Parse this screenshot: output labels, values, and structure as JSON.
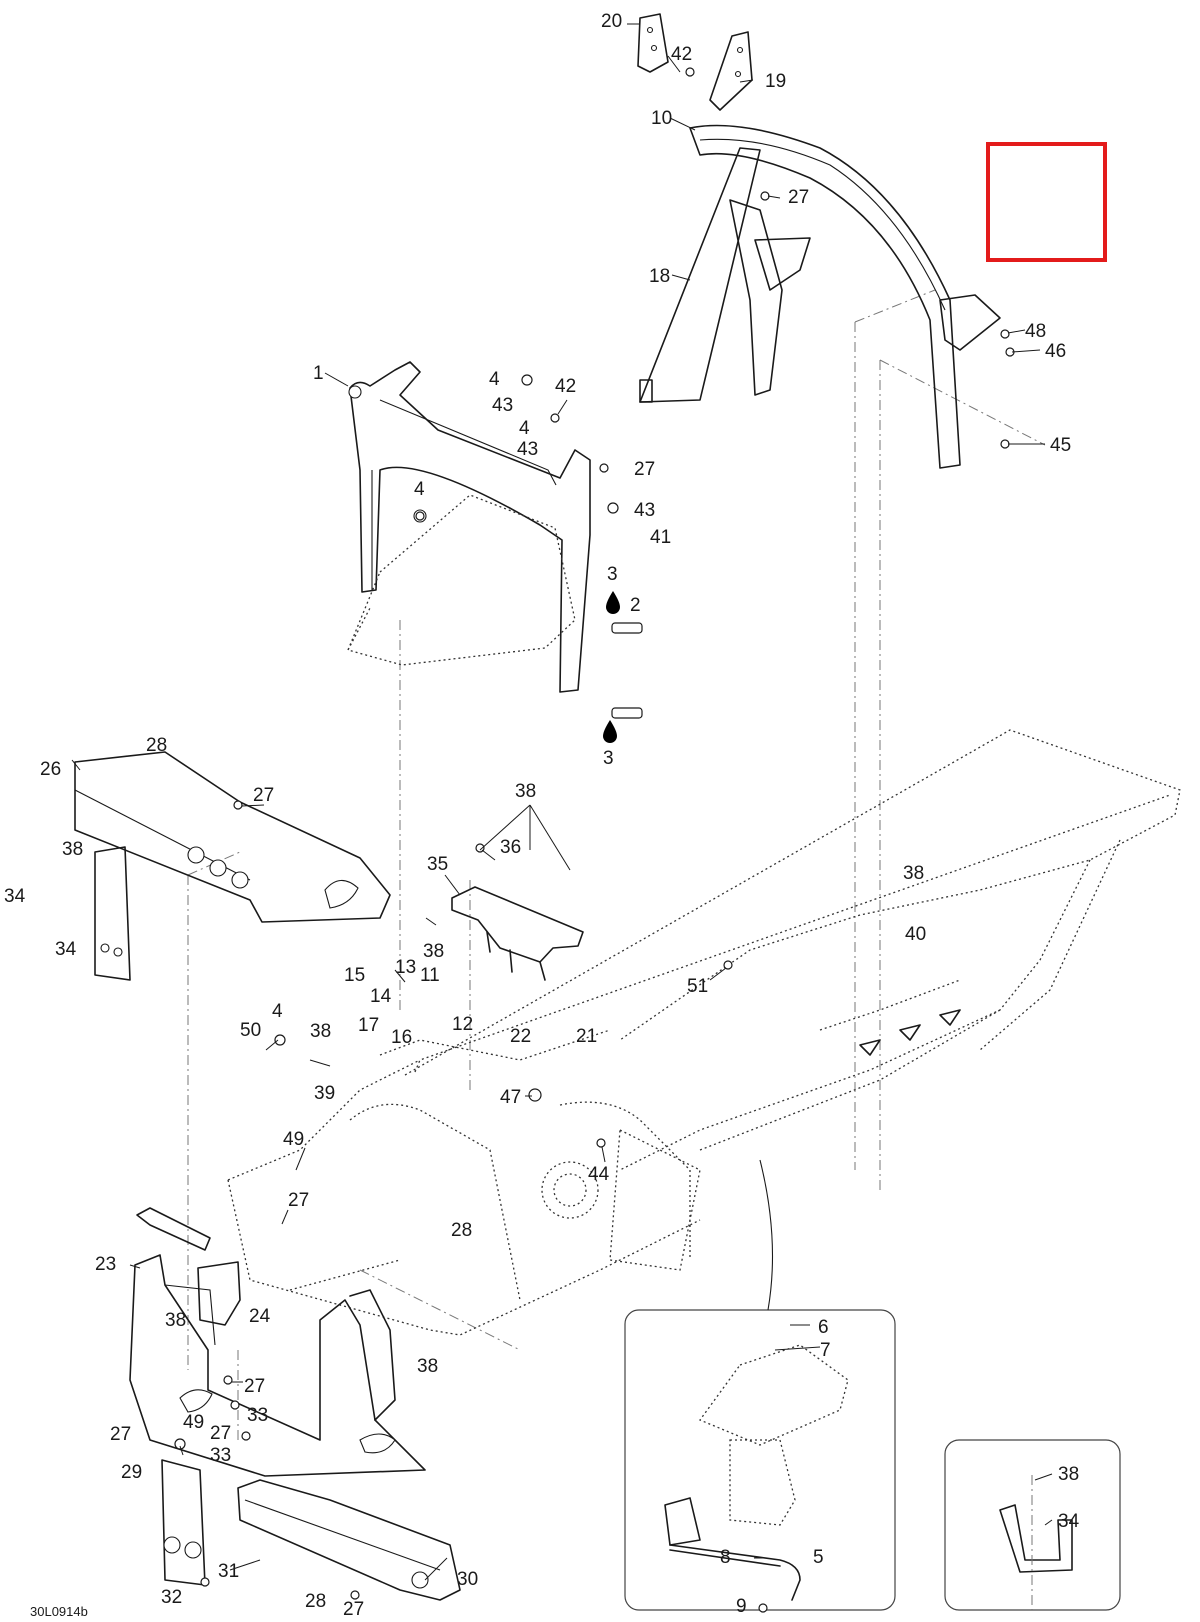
{
  "figure": {
    "reference_code": "30L0914b",
    "selection_box_color": "#e31b1b"
  },
  "callouts": [
    {
      "id": "c20a",
      "text": "20"
    },
    {
      "id": "c42a",
      "text": "42"
    },
    {
      "id": "c19",
      "text": "19"
    },
    {
      "id": "c10",
      "text": "10"
    },
    {
      "id": "c27a",
      "text": "27"
    },
    {
      "id": "c18",
      "text": "18"
    },
    {
      "id": "c48",
      "text": "48"
    },
    {
      "id": "c46",
      "text": "46"
    },
    {
      "id": "c45",
      "text": "45"
    },
    {
      "id": "c1",
      "text": "1"
    },
    {
      "id": "c4a",
      "text": "4"
    },
    {
      "id": "c42b",
      "text": "42"
    },
    {
      "id": "c43a",
      "text": "43"
    },
    {
      "id": "c4b",
      "text": "4"
    },
    {
      "id": "c43b",
      "text": "43"
    },
    {
      "id": "c27b",
      "text": "27"
    },
    {
      "id": "c4c",
      "text": "4"
    },
    {
      "id": "c43c",
      "text": "43"
    },
    {
      "id": "c41",
      "text": "41"
    },
    {
      "id": "c3a",
      "text": "3"
    },
    {
      "id": "c2",
      "text": "2"
    },
    {
      "id": "c3b",
      "text": "3"
    },
    {
      "id": "c28a",
      "text": "28"
    },
    {
      "id": "c26",
      "text": "26"
    },
    {
      "id": "c27c",
      "text": "27"
    },
    {
      "id": "c38a",
      "text": "38"
    },
    {
      "id": "c34a",
      "text": "34"
    },
    {
      "id": "c34b",
      "text": "34"
    },
    {
      "id": "c38b",
      "text": "38"
    },
    {
      "id": "c36",
      "text": "36"
    },
    {
      "id": "c35",
      "text": "35"
    },
    {
      "id": "c38c",
      "text": "38"
    },
    {
      "id": "c38d",
      "text": "38"
    },
    {
      "id": "c40",
      "text": "40"
    },
    {
      "id": "c51",
      "text": "51"
    },
    {
      "id": "c13",
      "text": "13"
    },
    {
      "id": "c15",
      "text": "15"
    },
    {
      "id": "c11",
      "text": "11"
    },
    {
      "id": "c14",
      "text": "14"
    },
    {
      "id": "c12",
      "text": "12"
    },
    {
      "id": "c4d",
      "text": "4"
    },
    {
      "id": "c50",
      "text": "50"
    },
    {
      "id": "c38e",
      "text": "38"
    },
    {
      "id": "c17",
      "text": "17"
    },
    {
      "id": "c16",
      "text": "16"
    },
    {
      "id": "c22",
      "text": "22"
    },
    {
      "id": "c21",
      "text": "21"
    },
    {
      "id": "c39",
      "text": "39"
    },
    {
      "id": "c47",
      "text": "47"
    },
    {
      "id": "c49a",
      "text": "49"
    },
    {
      "id": "c44",
      "text": "44"
    },
    {
      "id": "c27d",
      "text": "27"
    },
    {
      "id": "c28b",
      "text": "28"
    },
    {
      "id": "c23",
      "text": "23"
    },
    {
      "id": "c38f",
      "text": "38"
    },
    {
      "id": "c24",
      "text": "24"
    },
    {
      "id": "c38g",
      "text": "38"
    },
    {
      "id": "c27e",
      "text": "27"
    },
    {
      "id": "c33a",
      "text": "33"
    },
    {
      "id": "c27f",
      "text": "27"
    },
    {
      "id": "c49b",
      "text": "49"
    },
    {
      "id": "c27g",
      "text": "27"
    },
    {
      "id": "c33b",
      "text": "33"
    },
    {
      "id": "c29",
      "text": "29"
    },
    {
      "id": "c31",
      "text": "31"
    },
    {
      "id": "c28c",
      "text": "28"
    },
    {
      "id": "c30",
      "text": "30"
    },
    {
      "id": "c32",
      "text": "32"
    },
    {
      "id": "c27h",
      "text": "27"
    },
    {
      "id": "c6",
      "text": "6"
    },
    {
      "id": "c7",
      "text": "7"
    },
    {
      "id": "c8",
      "text": "8"
    },
    {
      "id": "c5",
      "text": "5"
    },
    {
      "id": "c9",
      "text": "9"
    },
    {
      "id": "c38h",
      "text": "38"
    },
    {
      "id": "c34c",
      "text": "34"
    }
  ]
}
